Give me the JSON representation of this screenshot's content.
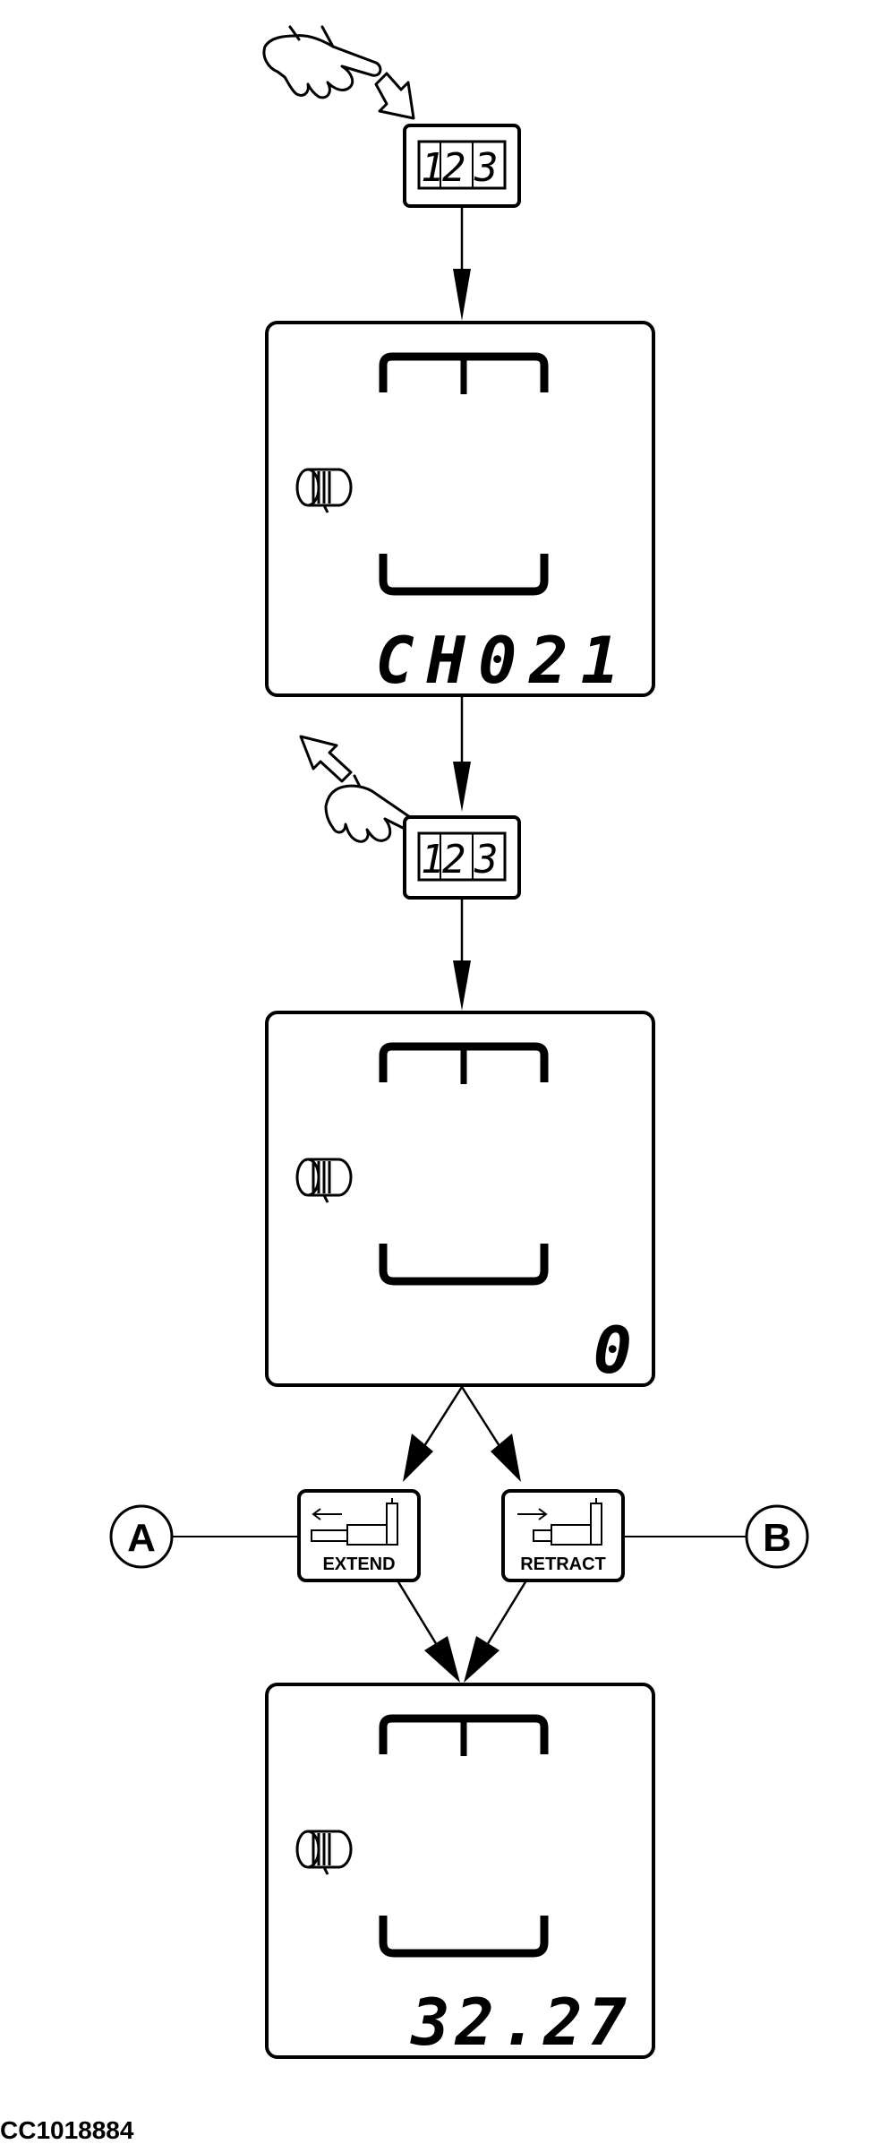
{
  "figure_id": "CC1018884",
  "keypad_button": {
    "digits": [
      "1",
      "2",
      "3"
    ]
  },
  "screens": [
    {
      "readout": "CH021"
    },
    {
      "readout": "0"
    },
    {
      "readout": "32.27"
    }
  ],
  "buttons": {
    "extend": {
      "label": "EXTEND",
      "arrow": "left-arrow-icon"
    },
    "retract": {
      "label": "RETRACT",
      "arrow": "right-arrow-icon"
    }
  },
  "callouts": {
    "a": "A",
    "b": "B"
  }
}
